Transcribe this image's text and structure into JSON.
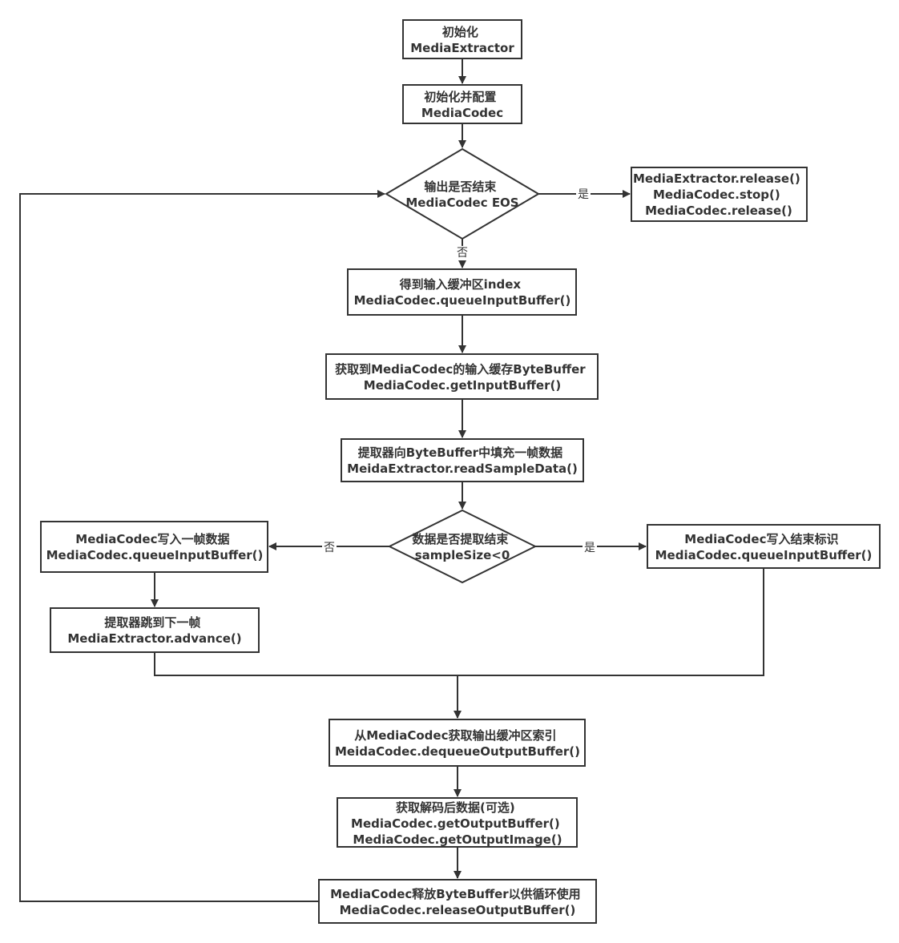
{
  "nodes": {
    "init_extractor": [
      "初始化",
      "MediaExtractor"
    ],
    "init_codec": [
      "初始化并配置",
      "MediaCodec"
    ],
    "eos_decision": [
      "输出是否结束",
      "MediaCodec EOS"
    ],
    "release": [
      "MediaExtractor.release()",
      "MediaCodec.stop()",
      "MediaCodec.release()"
    ],
    "input_index": [
      "得到输入缓冲区index",
      "MediaCodec.queueInputBuffer()"
    ],
    "get_input_buffer": [
      "获取到MediaCodec的输入缓存ByteBuffer",
      "MediaCodec.getInputBuffer()"
    ],
    "read_sample": [
      "提取器向ByteBuffer中填充一帧数据",
      "MeidaExtractor.readSampleData()"
    ],
    "sample_decision": [
      "数据是否提取结束",
      "sampleSize<0"
    ],
    "write_frame": [
      "MediaCodec写入一帧数据",
      "MediaCodec.queueInputBuffer()"
    ],
    "write_end": [
      "MediaCodec写入结束标识",
      "MediaCodec.queueInputBuffer()"
    ],
    "advance": [
      "提取器跳到下一帧",
      "MediaExtractor.advance()"
    ],
    "dequeue_output": [
      "从MediaCodec获取输出缓冲区索引",
      "MeidaCodec.dequeueOutputBuffer()"
    ],
    "get_output": [
      "获取解码后数据(可选)",
      "MediaCodec.getOutputBuffer()",
      "MediaCodec.getOutputImage()"
    ],
    "release_output": [
      "MediaCodec释放ByteBuffer以供循环使用",
      "MediaCodec.releaseOutputBuffer()"
    ]
  },
  "edge_labels": {
    "eos_yes": "是",
    "eos_no": "否",
    "sample_no": "否",
    "sample_yes": "是"
  }
}
